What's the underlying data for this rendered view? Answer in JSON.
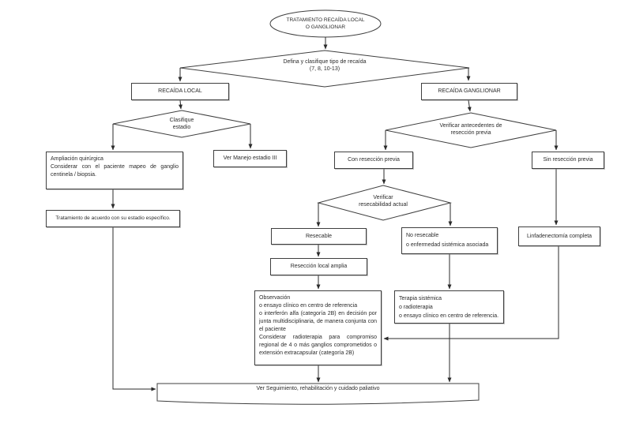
{
  "flowchart": {
    "title": "TRATAMIENTO RECAÍDA LOCAL O GANGLIONAR",
    "colors": {
      "line": "#3f3f3f",
      "shape_fill": "#ffffff",
      "text": "#2b2b2b",
      "background": "#ffffff"
    },
    "start": {
      "line1": "TRATAMIENTO RECAÍDA LOCAL",
      "line2": "O GANGLIONAR"
    },
    "decisions": {
      "tipo": {
        "line1": "Defina y clasifique tipo de recaída",
        "line2": "(7, 8, 10-13)"
      },
      "estadio": {
        "line1": "Clasifique",
        "line2": "estadio"
      },
      "antecedentes": {
        "line1": "Verificar antecedentes de",
        "line2": "resección previa"
      },
      "resecabilidad": {
        "line1": "Verificar",
        "line2": "resecabilidad actual"
      }
    },
    "nodes": {
      "recaida_local": "RECAÍDA LOCAL",
      "recaida_ganglionar": "RECAÍDA GANGLIONAR",
      "ampliacion": {
        "line1": "Ampliación quirúrgica",
        "line2": "Considerar con el paciente mapeo de ganglio centinela / biopsia."
      },
      "ver_manejo": "Ver Manejo estadio III",
      "tratamiento": "Tratamiento de acuerdo con su estadio específico.",
      "con_reseccion": "Con resección previa",
      "sin_reseccion": "Sin resección previa",
      "resecable": "Resecable",
      "no_resecable": {
        "line1": "No resecable",
        "line2": "o enfermedad sistémica asociada"
      },
      "linfadenectomia": "Linfadenectomía completa",
      "reseccion_amplia": "Resección local amplia",
      "observacion": {
        "p1": "Observación",
        "p2": "o ensayo clínico en centro de referencia",
        "p3": "o interferón alfa (categoría 2B) en decisión por junta multidisciplinaria, de manera conjunta con el paciente",
        "p4": "Considerar radioterapia para compromiso regional de 4 o más ganglios comprometidos o extensión extracapsular (categoría 2B)"
      },
      "terapia": {
        "line1": "Terapia sistémica",
        "line2": "o radioterapia",
        "line3": "o ensayo clínico en centro de referencia."
      },
      "seguimiento": "Ver Seguimiento, rehabilitación y cuidado paliativo"
    }
  }
}
